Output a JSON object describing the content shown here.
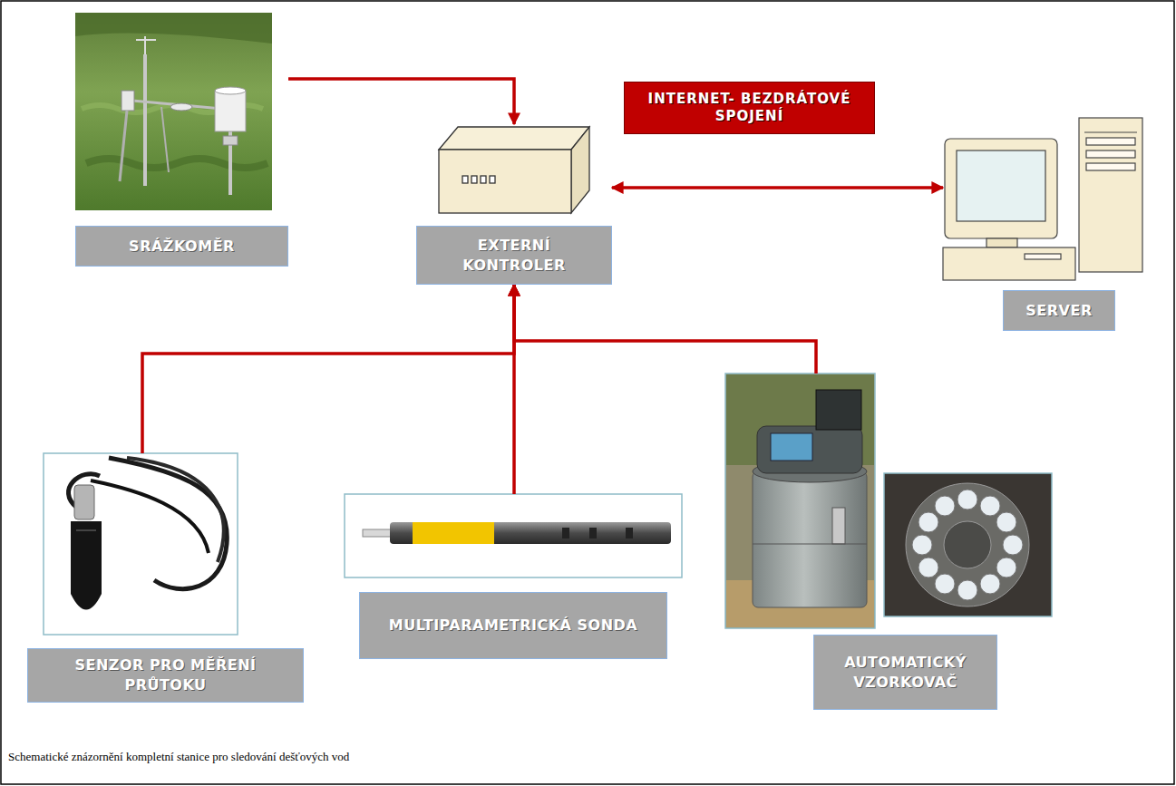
{
  "diagram": {
    "caption": "Schematické znázornění kompletní stanice pro sledování dešťových vod",
    "nodes": [
      {
        "text": [
          "SRÁŽKOMĚR"
        ]
      },
      {
        "text": [
          "INTERNET- BEZDRÁTOVÉ SPOJENÍ"
        ]
      },
      {
        "text": [
          "EXTERNÍ KONTROLER"
        ]
      },
      {
        "text": [
          "SERVER"
        ]
      },
      {
        "text": [
          "SENZOR PRO MĚŘENÍ PRŮTOKU"
        ]
      },
      {
        "text": [
          "MULTIPARAMETRICKÁ SONDA"
        ]
      },
      {
        "text": [
          "AUTOMATICKÝ VZORKOVAČ"
        ]
      }
    ],
    "edges": [
      {
        "from": 0,
        "to": 2,
        "arrow": "to"
      },
      {
        "from": 2,
        "to": 3,
        "arrow": "both"
      },
      {
        "from": 4,
        "to": 2,
        "arrow": "to"
      },
      {
        "from": 5,
        "to": 2,
        "arrow": "to"
      },
      {
        "from": 6,
        "to": 2,
        "arrow": "to"
      }
    ]
  }
}
